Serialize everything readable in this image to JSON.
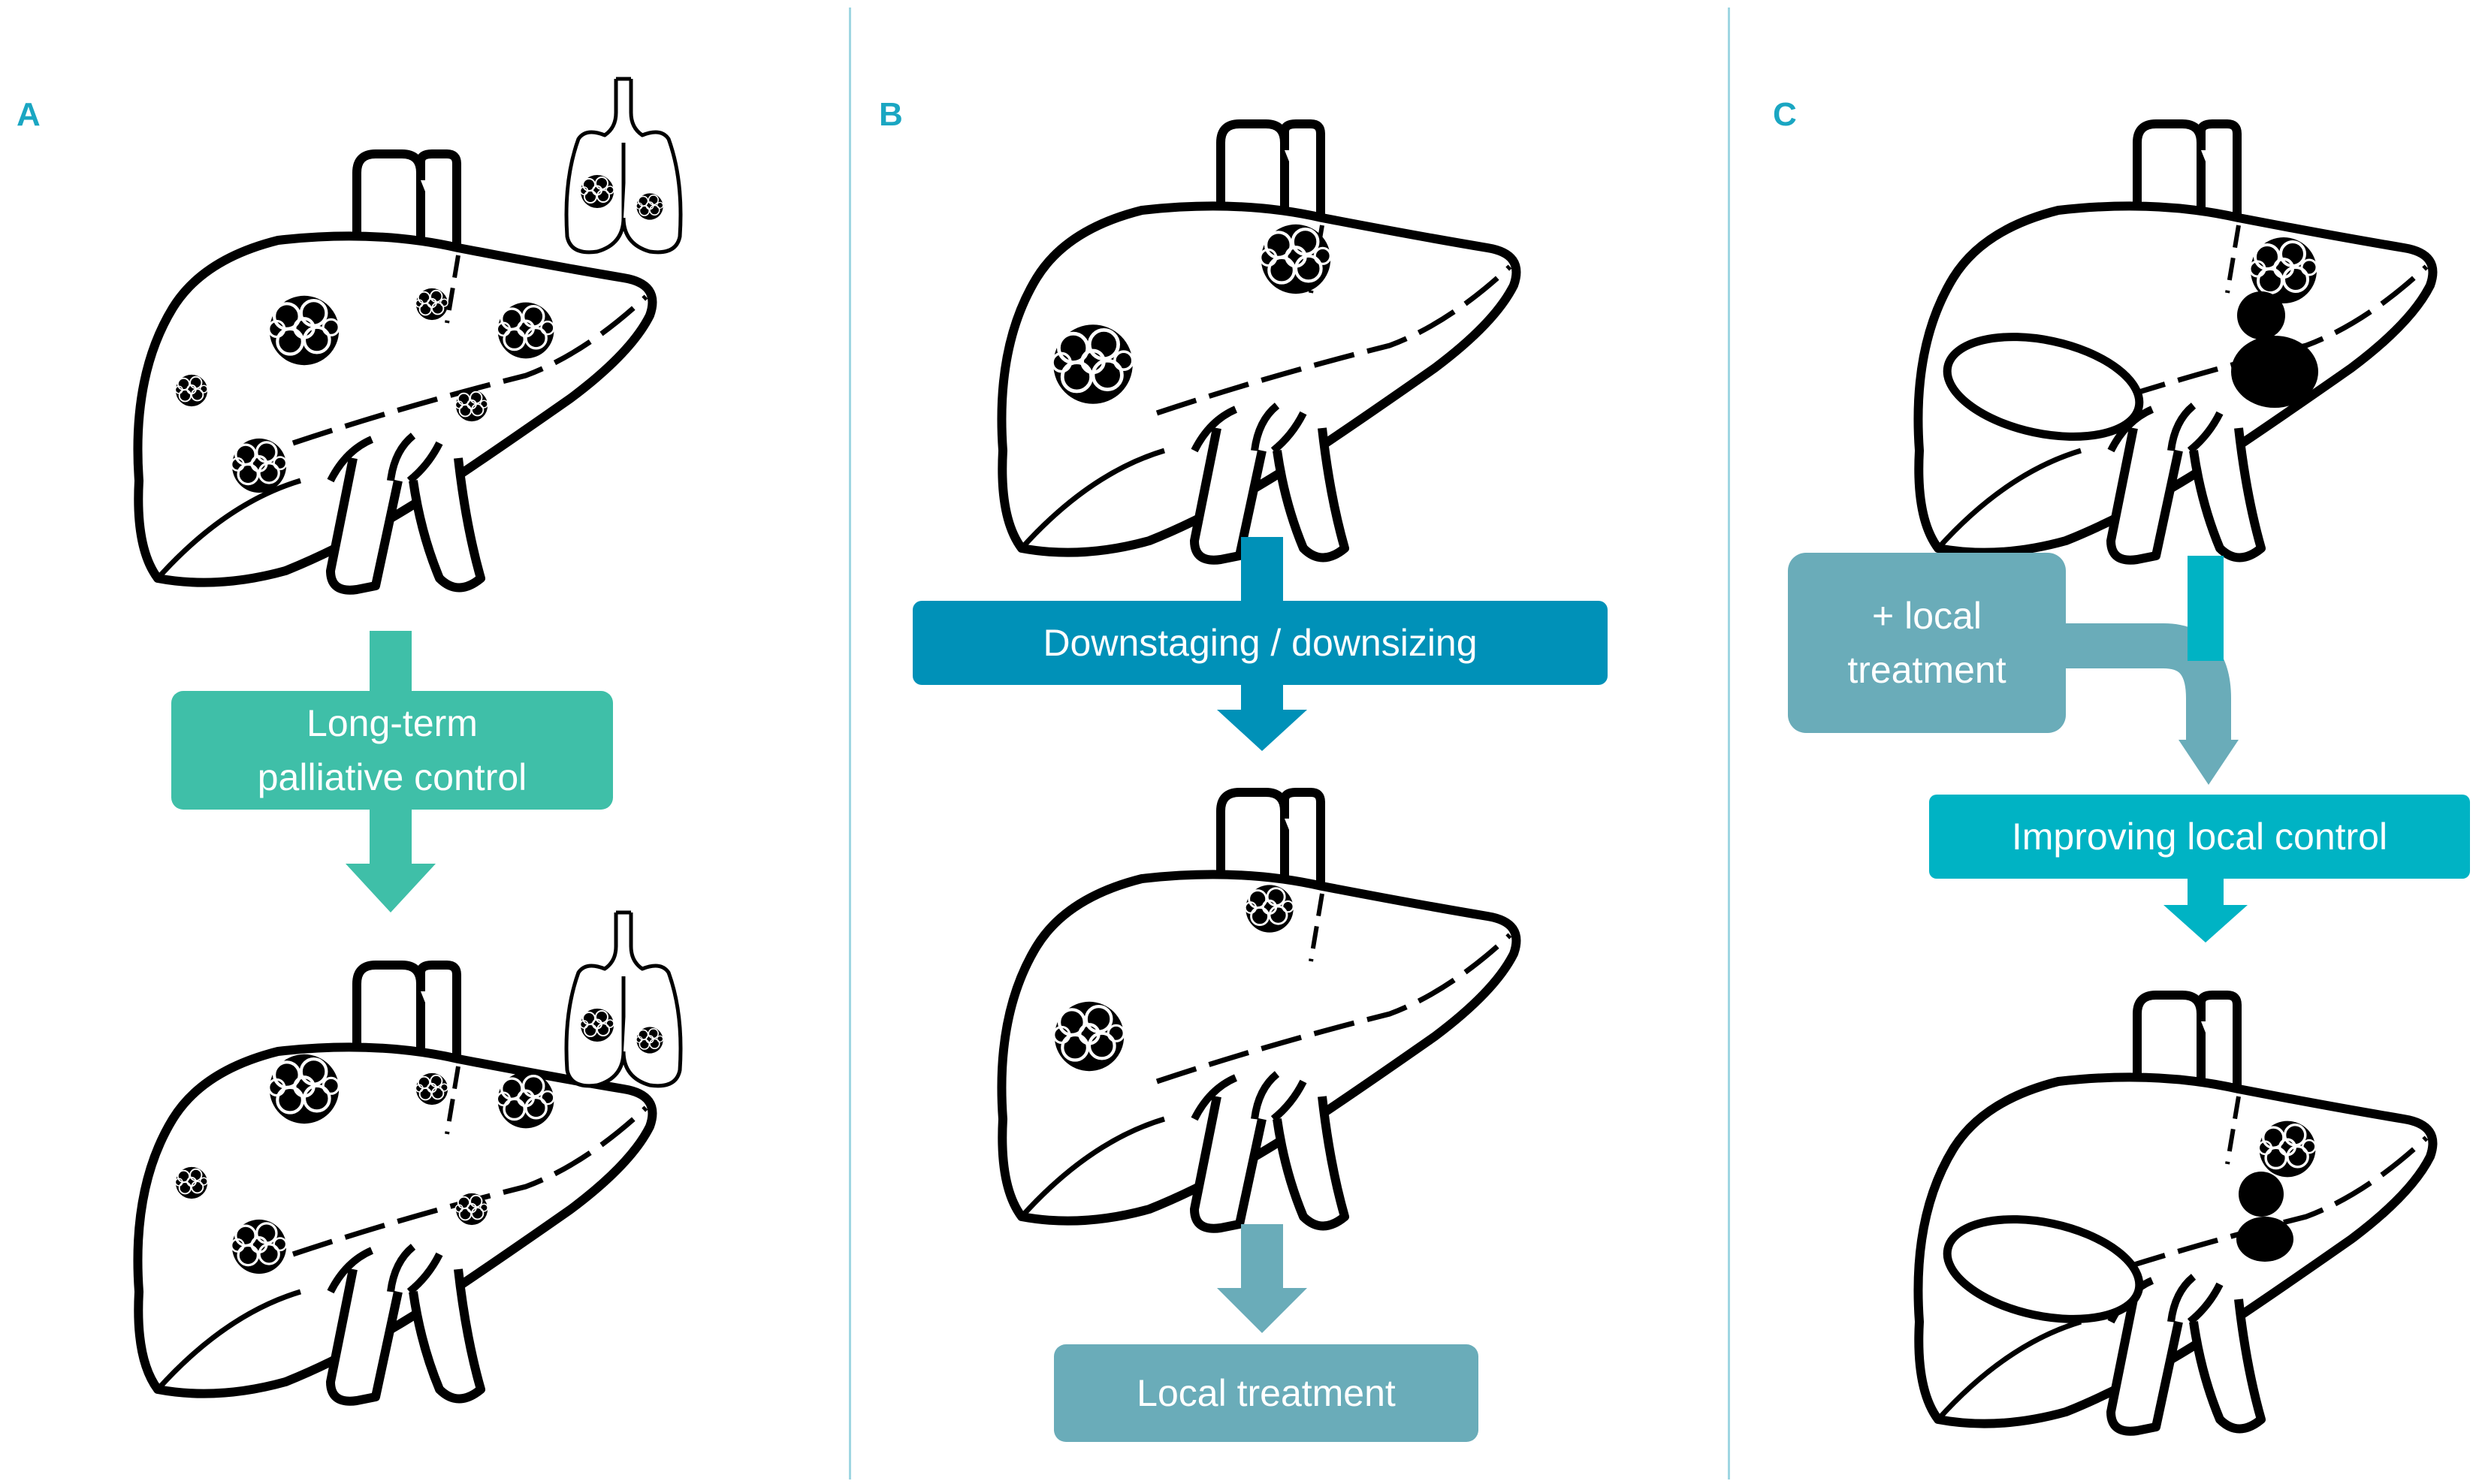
{
  "panels": [
    {
      "id": "A",
      "label": "A"
    },
    {
      "id": "B",
      "label": "B"
    },
    {
      "id": "C",
      "label": "C"
    }
  ],
  "boxes": {
    "a_long_term_line1": "Long-term",
    "a_long_term_line2": "palliative control",
    "b_downstaging": "Downstaging / downsizing",
    "b_local_treatment": "Local treatment",
    "c_plus_local_line1": "+ local",
    "c_plus_local_line2": "treatment",
    "c_improving": "Improving local control"
  },
  "colors": {
    "teal_green": "#3fbfa8",
    "blue": "#0091b8",
    "grey_teal": "#6aacb9",
    "cyan": "#00b3c4",
    "label": "#1aa6c2",
    "divider": "#9fd6e2"
  }
}
